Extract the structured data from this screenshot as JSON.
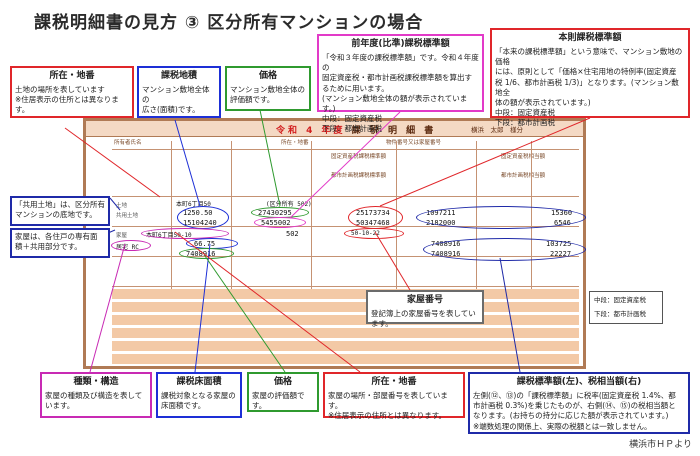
{
  "title": "課税明細書の見方 ③ 区分所有マンションの場合",
  "callouts": {
    "location_top": {
      "heading": "所在・地番",
      "lines": [
        "土地の場所を表しています",
        "※住居表示の住所とは異なります。"
      ]
    },
    "land_category": {
      "heading": "課税地積",
      "lines": [
        "マンション敷地全体の",
        "広さ(面積)です。"
      ]
    },
    "land_price": {
      "heading": "価格",
      "lines": [
        "マンション敷地全体の",
        "評価額です。"
      ]
    },
    "prev_standard": {
      "heading": "前年度(比準)課税標準額",
      "lines": [
        "「令和３年度の課税標準額」です。令和４年度の",
        "固定資産税・都市計画税課税標準額を算出す",
        "るために用います。",
        "(マンション敷地全体の額が表示されています。)",
        "中段：固定資産税",
        "下段：都市計画税"
      ]
    },
    "main_standard": {
      "heading": "本則課税標準額",
      "lines": [
        "「本来の課税標準額」という意味で、マンション敷地の価格",
        "には、原則として「価格×住宅用地の特例率(固定資産",
        "税 1/6、都市計画税 1/3)」となります。(マンション敷地全",
        "体の額が表示されています。)",
        "中段：固定資産税",
        "下段：都市計画税"
      ]
    },
    "shared_land": {
      "lines": [
        "「共用土地」は、区分所有",
        "マンションの底地です。"
      ]
    },
    "house_note": {
      "lines": [
        "家屋は、各住戸の専有面",
        "積＋共用部分です。"
      ]
    },
    "house_number": {
      "heading": "家屋番号",
      "lines": [
        "登記簿上の家屋番号を表しています。"
      ]
    },
    "kind_structure": {
      "heading": "種類・構造",
      "lines": [
        "家屋の種類及び構造を表して",
        "います。"
      ]
    },
    "floor_area": {
      "heading": "課税床面積",
      "lines": [
        "課税対象となる家屋の",
        "床面積です。"
      ]
    },
    "house_price": {
      "heading": "価格",
      "lines": [
        "家屋の評価額です。"
      ]
    },
    "location_bottom": {
      "heading": "所在・地番",
      "lines": [
        "家屋の場所・部屋番号を表しています。",
        "※住居表示の住所とは異なります。"
      ]
    },
    "tax_amount": {
      "heading": "課税標準額(左)、税相当額(右)",
      "lines": [
        "左側(⑫、⑬)の「課税標準額」に税率(固定資産税 1.4%、都",
        "市計画税 0.3%)を乗じたものが、右側(⑭、⑮)の税相当額と",
        "なります。(お持ちの持分に応じた額が表示されています。)",
        "※端数処理の関係上、実際の税額とは一致しません。"
      ]
    },
    "right_note": {
      "lines": [
        "中段：固定資産税",
        "下段：都市計画税"
      ]
    }
  },
  "form": {
    "year": "令和 4 年度",
    "title": "課 税 明 細 書",
    "owner": "横浜　太郎　様分",
    "header_labels": [
      "所有者氏名",
      "所在・地番",
      "物件番号又は家屋番号",
      "固定資産税課税標準額",
      "都市計画税課税標準額",
      "固定資産税相当額",
      "都市計画税相当額"
    ],
    "land_row": {
      "label": "土地",
      "sublabel": "共用土地",
      "location": "本町6丁目50",
      "note": "(区分所有 502)",
      "area": "1250.50",
      "price": "27430295",
      "prev_fixed": "15104240",
      "prev_city": "5455002",
      "main_fixed": "25173734",
      "main_city": "50347468",
      "std_fixed": "1097211",
      "std_city": "2182000",
      "tax_fixed": "15360",
      "tax_city": "6546"
    },
    "house_row": {
      "label": "家屋",
      "location": "本町6丁目50-10",
      "room": "502",
      "number": "50-10-22",
      "kind": "居宅 RC",
      "area": "66.75",
      "price": "7408916",
      "std_fixed": "7408916",
      "std_city": "7408916",
      "tax_fixed": "103725",
      "tax_city": "22227"
    }
  },
  "source": "横浜市ＨＰより"
}
